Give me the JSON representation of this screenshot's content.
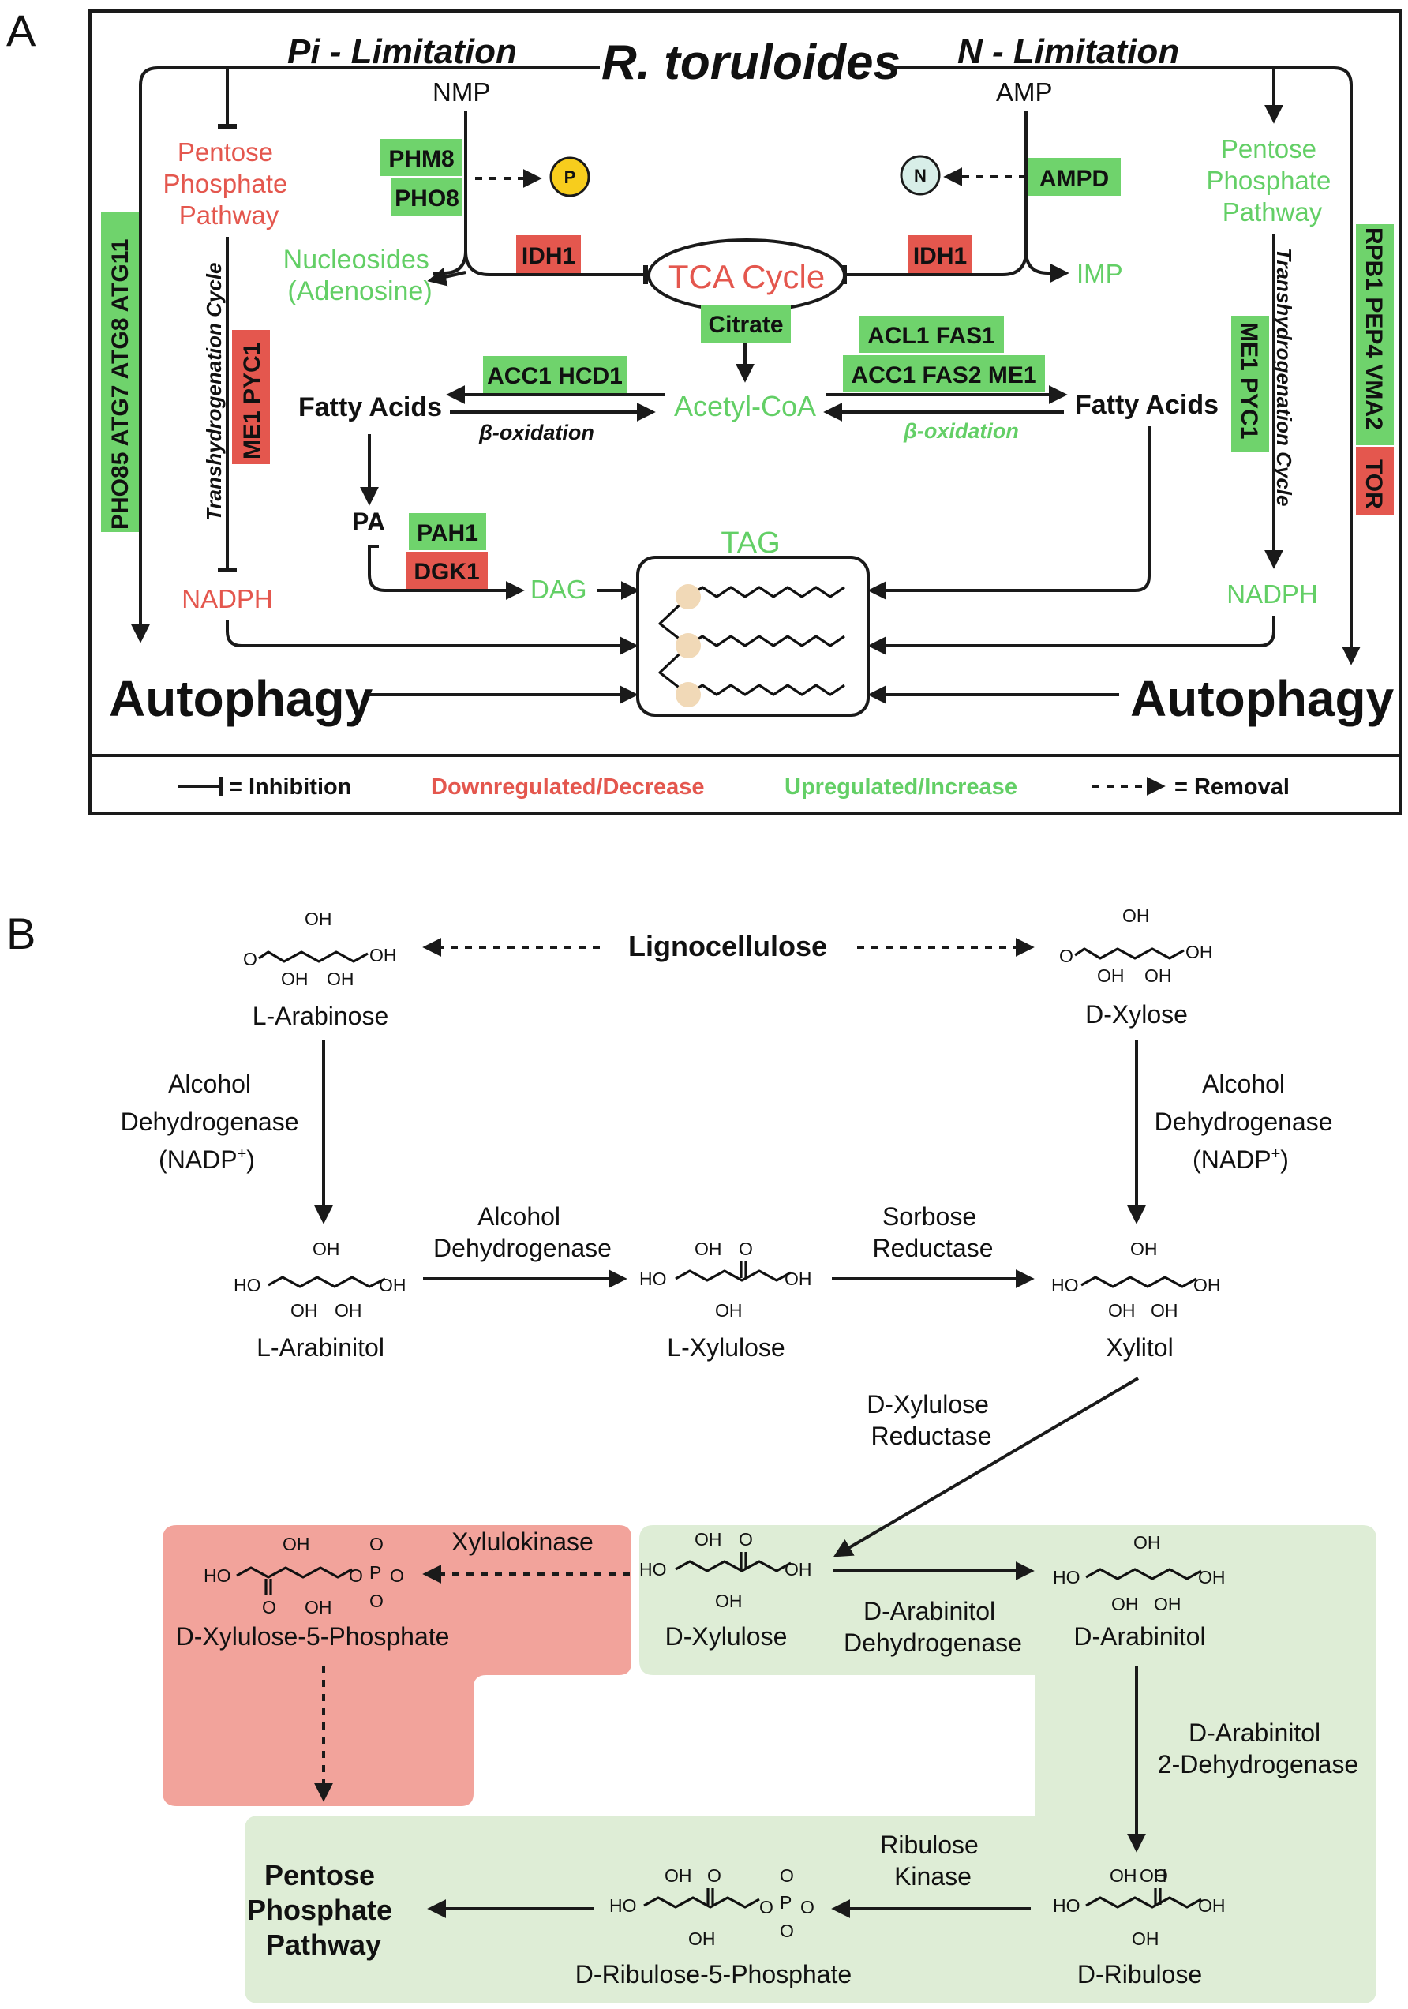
{
  "panel_a": {
    "panel_letter": "A",
    "organism": "R. toruloides",
    "left_condition": "Pi - Limitation",
    "right_condition": "N - Limitation",
    "nmp": "NMP",
    "amp": "AMP",
    "pentose_left": [
      "Pentose",
      "Phosphate",
      "Pathway"
    ],
    "pentose_right": [
      "Pentose",
      "Phosphate",
      "Pathway"
    ],
    "nucleosides": [
      "Nucleosides",
      "(Adenosine)"
    ],
    "imp": "IMP",
    "tca": "TCA Cycle",
    "citrate": "Citrate",
    "acetyl_coa": "Acetyl-CoA",
    "fatty_acids_left": "Fatty Acids",
    "fatty_acids_right": "Fatty Acids",
    "beta_ox_left": "β-oxidation",
    "beta_ox_right": "β-oxidation",
    "pa": "PA",
    "dag": "DAG",
    "tag": "TAG",
    "nadph_left": "NADPH",
    "nadph_right": "NADPH",
    "transhydro_left": "Transhydrogenation Cycle",
    "transhydro_right": "Transhydrogenation Cycle",
    "autophagy_left": "Autophagy",
    "autophagy_right": "Autophagy",
    "p_circle": "P",
    "n_circle": "N",
    "genes": {
      "phm8": "PHM8",
      "pho8": "PHO8",
      "ampd": "AMPD",
      "idh1_left": "IDH1",
      "idh1_right": "IDH1",
      "acc1_hcd1": "ACC1 HCD1",
      "acl1_fas1": "ACL1  FAS1",
      "acc1_fas2_me1": "ACC1 FAS2  ME1",
      "pah1": "PAH1",
      "dgk1": "DGK1",
      "atg_left": "PHO85  ATG7  ATG8  ATG11",
      "me1_pyc1_left": "ME1  PYC1",
      "me1_pyc1_right": "ME1  PYC1",
      "rpb1_vma2": "RPB1  PEP4  VMA2",
      "tor": "TOR"
    },
    "legend": {
      "inhibition": "= Inhibition",
      "down": "Downregulated/Decrease",
      "up": "Upregulated/Increase",
      "removal": "= Removal"
    }
  },
  "panel_b": {
    "panel_letter": "B",
    "lignocellulose": "Lignocellulose",
    "l_arabinose": "L-Arabinose",
    "d_xylose": "D-Xylose",
    "adh_nadp_left": [
      "Alcohol",
      "Dehydrogenase",
      "(NADP",
      ")"
    ],
    "adh_nadp_right": [
      "Alcohol",
      "Dehydrogenase",
      "(NADP",
      ")"
    ],
    "nadp_sup": "+",
    "l_arabinitol": "L-Arabinitol",
    "adh_middle": [
      "Alcohol",
      "Dehydrogenase"
    ],
    "l_xylulose": "L-Xylulose",
    "sorbose_reductase": [
      "Sorbose",
      "Reductase"
    ],
    "xylitol": "Xylitol",
    "d_xylulose_reductase": [
      "D-Xylulose",
      "Reductase"
    ],
    "d_xylulose": "D-Xylulose",
    "xylulokinase": "Xylulokinase",
    "d_xylulose_5p": "D-Xylulose-5-Phosphate",
    "d_arabinitol_dh": [
      "D-Arabinitol",
      "Dehydrogenase"
    ],
    "d_arabinitol": "D-Arabinitol",
    "d_arabinitol_2dh": [
      "D-Arabinitol",
      "2-Dehydrogenase"
    ],
    "ribulose_kinase": [
      "Ribulose",
      "Kinase"
    ],
    "d_ribulose": "D-Ribulose",
    "d_ribulose_5p": "D-Ribulose-5-Phosphate",
    "pentose_pathway": [
      "Pentose",
      "Phosphate",
      "Pathway"
    ],
    "atoms": {
      "oh": "OH",
      "ho": "HO",
      "o": "O",
      "p": "P"
    }
  },
  "colors": {
    "downregulated": "#e4574e",
    "upregulated": "#63cf66",
    "gene_green_box": "#6fd36c",
    "gene_red_box": "#e4574e",
    "region_red": "#f2a39b",
    "region_green": "#deedd6",
    "p_circle": "#f7cd1d",
    "n_circle": "#d8eee8"
  }
}
